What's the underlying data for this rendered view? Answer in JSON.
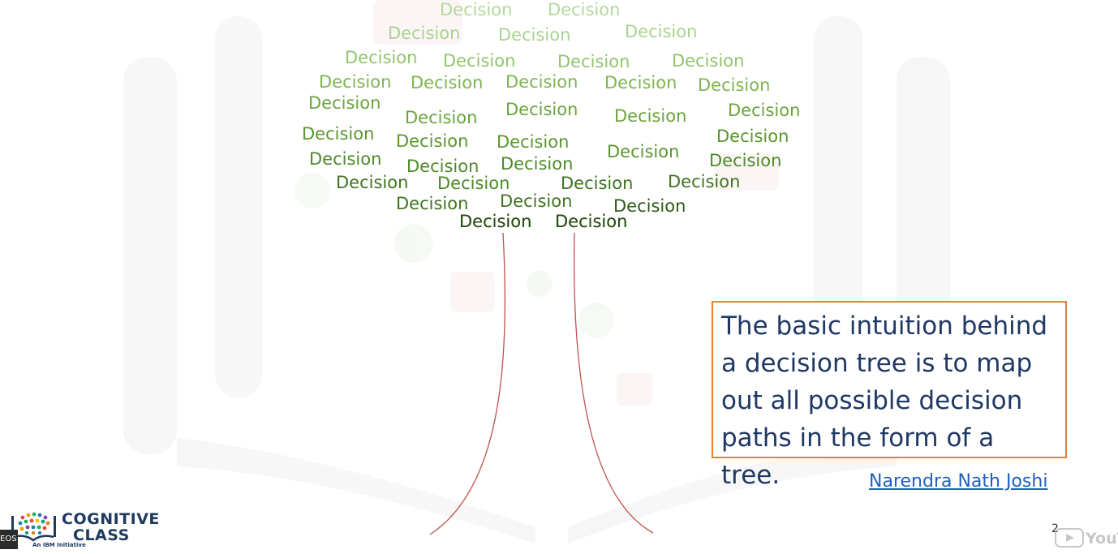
{
  "slide": {
    "tree_words": [
      {
        "text": "Decision",
        "color": "#b3d99a"
      },
      {
        "text": "Decision",
        "color": "#b3d99a"
      },
      {
        "text": "Decision",
        "color": "#a9d38e"
      },
      {
        "text": "Decision",
        "color": "#a9d38e"
      },
      {
        "text": "Decision",
        "color": "#a9d38e"
      },
      {
        "text": "Decision",
        "color": "#92c46d"
      },
      {
        "text": "Decision",
        "color": "#92c46d"
      },
      {
        "text": "Decision",
        "color": "#92c46d"
      },
      {
        "text": "Decision",
        "color": "#92c46d"
      },
      {
        "text": "Decision",
        "color": "#7db44f"
      },
      {
        "text": "Decision",
        "color": "#7db44f"
      },
      {
        "text": "Decision",
        "color": "#7db44f"
      },
      {
        "text": "Decision",
        "color": "#7db44f"
      },
      {
        "text": "Decision",
        "color": "#7db44f"
      },
      {
        "text": "Decision",
        "color": "#6aa43c"
      },
      {
        "text": "Decision",
        "color": "#6aa43c"
      },
      {
        "text": "Decision",
        "color": "#6aa43c"
      },
      {
        "text": "Decision",
        "color": "#6aa43c"
      },
      {
        "text": "Decision",
        "color": "#6aa43c"
      },
      {
        "text": "Decision",
        "color": "#5a962f"
      },
      {
        "text": "Decision",
        "color": "#5a962f"
      },
      {
        "text": "Decision",
        "color": "#5a962f"
      },
      {
        "text": "Decision",
        "color": "#5a962f"
      },
      {
        "text": "Decision",
        "color": "#5a962f"
      },
      {
        "text": "Decision",
        "color": "#4d8a28"
      },
      {
        "text": "Decision",
        "color": "#4d8a28"
      },
      {
        "text": "Decision",
        "color": "#4d8a28"
      },
      {
        "text": "Decision",
        "color": "#4d8a28"
      },
      {
        "text": "Decision",
        "color": "#4d8a28"
      },
      {
        "text": "Decision",
        "color": "#3f7420"
      },
      {
        "text": "Decision",
        "color": "#3f7420"
      },
      {
        "text": "Decision",
        "color": "#3f7420"
      },
      {
        "text": "Decision",
        "color": "#3f7420"
      },
      {
        "text": "Decision",
        "color": "#3f7420"
      },
      {
        "text": "Decision",
        "color": "#2f5a18"
      },
      {
        "text": "Decision",
        "color": "#2f5a18"
      },
      {
        "text": "Decision",
        "color": "#2f5a18"
      },
      {
        "text": "Decision",
        "color": "#2a4d14"
      },
      {
        "text": "Decision",
        "color": "#2a4d14"
      }
    ],
    "trunk_color": "#c0504d",
    "quote": "The basic intuition behind a decision tree is to map out all possible decision paths in the form of a tree.",
    "quote_border_color": "#ed7d31",
    "author_link": "Narendra Nath Joshi",
    "slide_number": "2"
  },
  "logo": {
    "line1": "COGNITIVE",
    "line2": "CLASS",
    "subtitle": "An IBM Initiative"
  },
  "overlay": {
    "left_label": "EOS",
    "youtube_label": "YouTube",
    "youtube_icon": "play-icon"
  }
}
